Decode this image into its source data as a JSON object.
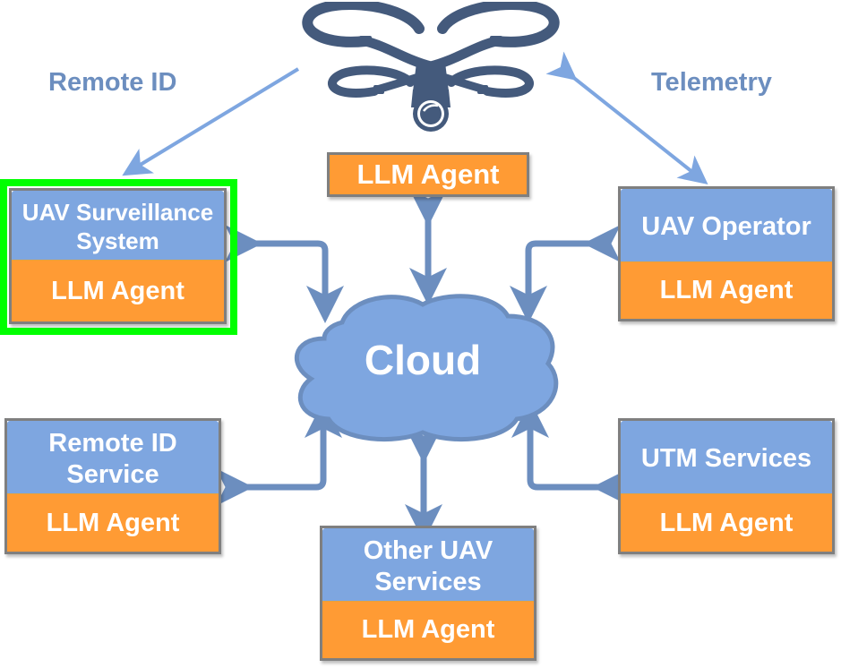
{
  "labels": {
    "remote_id": "Remote ID",
    "telemetry": "Telemetry"
  },
  "drone": {
    "icon": "drone-icon"
  },
  "uav_agent": {
    "label": "LLM Agent"
  },
  "cloud": {
    "label": "Cloud"
  },
  "nodes": {
    "surveillance": {
      "title": "UAV Surveillance System",
      "title_line1": "UAV Surveillance",
      "title_line2": "System",
      "agent": "LLM Agent",
      "highlighted": true
    },
    "operator": {
      "title": "UAV Operator",
      "agent": "LLM Agent"
    },
    "remote_id_service": {
      "title_line1": "Remote ID",
      "title_line2": "Service",
      "agent": "LLM Agent"
    },
    "utm": {
      "title": "UTM Services",
      "agent": "LLM Agent"
    },
    "other": {
      "title_line1": "Other UAV",
      "title_line2": "Services",
      "agent": "LLM Agent"
    }
  },
  "colors": {
    "blue": "#7ea6e0",
    "orange": "#ff9b34",
    "arrow": "#6c8ebf",
    "drone": "#445a7c",
    "highlight": "#00ff00"
  }
}
